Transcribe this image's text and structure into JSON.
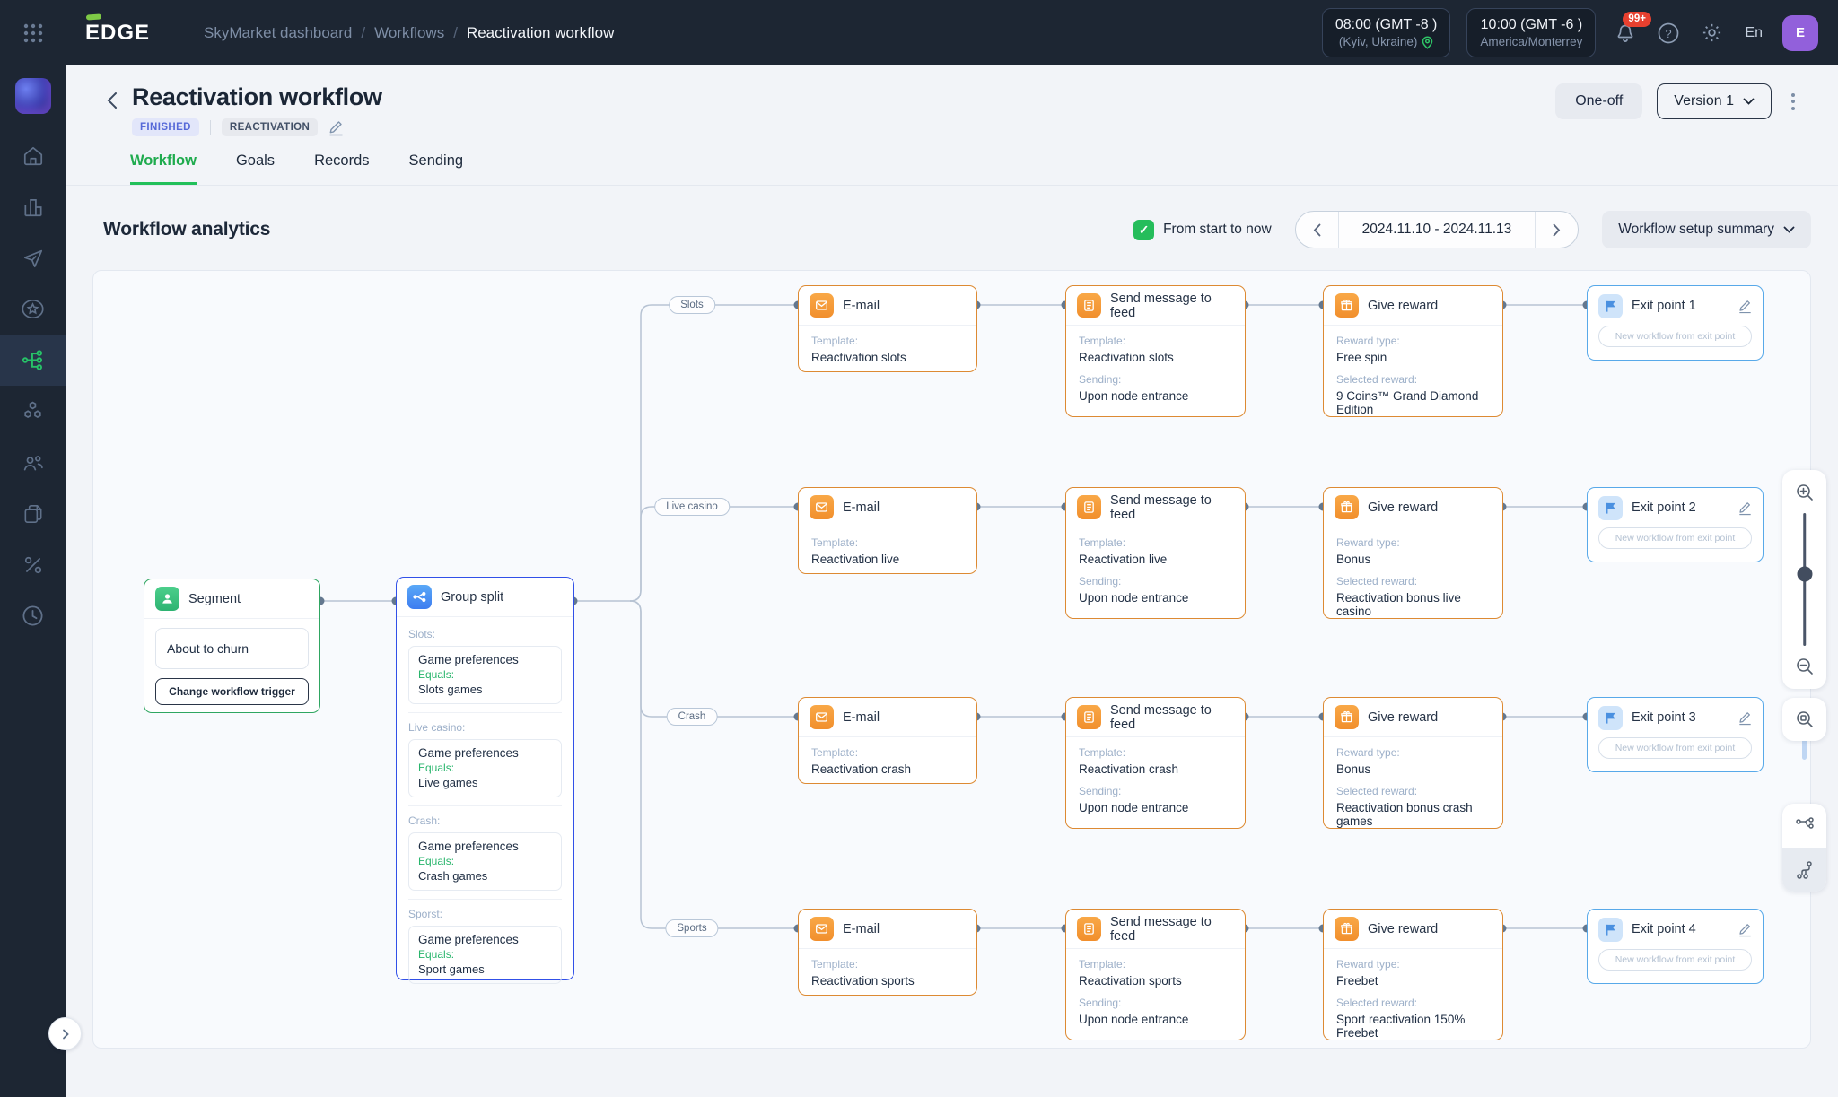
{
  "header": {
    "logo": "EDGE",
    "breadcrumbs": [
      "SkyMarket dashboard",
      "Workflows",
      "Reactivation workflow"
    ],
    "clocks": [
      {
        "time": "08:00 (GMT -8 )",
        "location": "(Kyiv, Ukraine)"
      },
      {
        "time": "10:00 (GMT -6 )",
        "location": "America/Monterrey"
      }
    ],
    "notification_count": "99+",
    "help_glyph": "?",
    "language": "En",
    "avatar_initial": "E"
  },
  "sidebar": {
    "items": [
      {
        "icon": "home-icon"
      },
      {
        "icon": "analytics-icon"
      },
      {
        "icon": "send-icon"
      },
      {
        "icon": "star-icon"
      },
      {
        "icon": "workflow-icon",
        "active": true
      },
      {
        "icon": "modules-icon"
      },
      {
        "icon": "audience-icon"
      },
      {
        "icon": "copy-icon"
      },
      {
        "icon": "percent-icon"
      },
      {
        "icon": "history-icon"
      }
    ]
  },
  "page": {
    "title": "Reactivation workflow",
    "status_badge": "FINISHED",
    "type_badge": "REACTIVATION",
    "one_off_label": "One-off",
    "version_label": "Version 1",
    "tabs": [
      {
        "label": "Workflow"
      },
      {
        "label": "Goals"
      },
      {
        "label": "Records"
      },
      {
        "label": "Sending"
      }
    ]
  },
  "analytics": {
    "title": "Workflow analytics",
    "check_glyph": "✓",
    "checkbox_label": "From start to now",
    "date_range": "2024.11.10 - 2024.11.13",
    "summary_button": "Workflow setup summary"
  },
  "workflow": {
    "labels": {
      "email_title": "E-mail",
      "feed_title": "Send message to feed",
      "reward_title": "Give reward",
      "template": "Template:",
      "sending": "Sending:",
      "reward_type": "Reward type:",
      "selected_reward": "Selected reward:",
      "exit_button": "New workflow from exit point"
    },
    "segment": {
      "title": "Segment",
      "value": "About to churn",
      "button": "Change workflow trigger"
    },
    "group_split": {
      "title": "Group split",
      "conditions": [
        {
          "label": "Slots:",
          "field": "Game preferences",
          "operator": "Equals:",
          "value": "Slots games"
        },
        {
          "label": "Live casino:",
          "field": "Game preferences",
          "operator": "Equals:",
          "value": "Live games"
        },
        {
          "label": "Crash:",
          "field": "Game preferences",
          "operator": "Equals:",
          "value": "Crash games"
        },
        {
          "label": "Sporst:",
          "field": "Game preferences",
          "operator": "Equals:",
          "value": "Sport games"
        }
      ]
    },
    "branches": [
      {
        "pill": "Slots",
        "email_template": "Reactivation slots",
        "feed_template": "Reactivation slots",
        "feed_sending": "Upon node entrance",
        "reward_type": "Free spin",
        "selected_reward": "9 Coins™ Grand Diamond Edition",
        "exit_label": "Exit point 1"
      },
      {
        "pill": "Live casino",
        "email_template": "Reactivation live",
        "feed_template": "Reactivation live",
        "feed_sending": "Upon node entrance",
        "reward_type": "Bonus",
        "selected_reward": "Reactivation bonus live casino",
        "exit_label": "Exit point 2"
      },
      {
        "pill": "Crash",
        "email_template": "Reactivation crash",
        "feed_template": "Reactivation crash",
        "feed_sending": "Upon node entrance",
        "reward_type": "Bonus",
        "selected_reward": "Reactivation bonus crash games",
        "exit_label": "Exit point 3"
      },
      {
        "pill": "Sports",
        "email_template": "Reactivation sports",
        "feed_template": "Reactivation sports",
        "feed_sending": "Upon node entrance",
        "reward_type": "Freebet",
        "selected_reward": "Sport reactivation 150% Freebet",
        "exit_label": "Exit point 4"
      }
    ]
  }
}
